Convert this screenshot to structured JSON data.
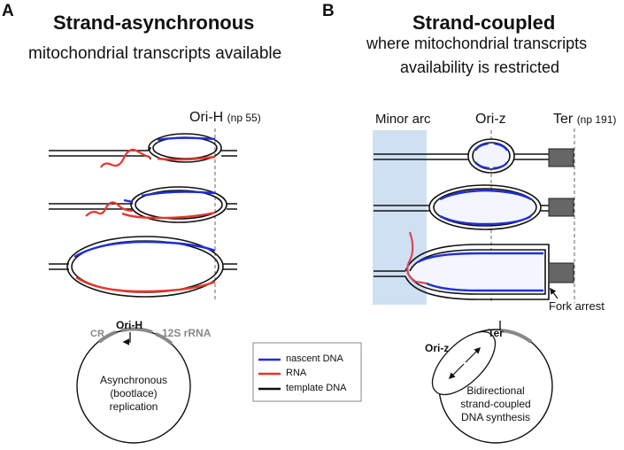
{
  "panel_a": {
    "letter": "A",
    "title": "Strand-asynchronous",
    "subtitle": "mitochondrial transcripts available",
    "ori_label": "Ori-H",
    "ori_np": "(np 55)",
    "circle": {
      "cr": "CR",
      "ori": "Ori-H",
      "rrna": "12S rRNA",
      "caption": [
        "Asynchronous",
        "(bootlace)",
        "replication"
      ]
    }
  },
  "panel_b": {
    "letter": "B",
    "title": "Strand-coupled",
    "subtitle_line1": "where mitochondrial transcripts",
    "subtitle_line2": "availability is restricted",
    "minor_arc": "Minor arc",
    "ori_label": "Ori-z",
    "ter_label": "Ter",
    "ter_np": "(np 191)",
    "fork_arrest": "Fork arrest",
    "circle": {
      "ori": "Ori-z",
      "ter": "Ter",
      "caption": [
        "Bidirectional",
        "strand-coupled",
        "DNA synthesis"
      ]
    }
  },
  "legend": {
    "items": [
      {
        "label": "nascent DNA",
        "color": "#1f2fd6"
      },
      {
        "label": "RNA",
        "color": "#e8352b"
      },
      {
        "label": "template DNA",
        "color": "#111111"
      }
    ]
  },
  "colors": {
    "nascent": "#1f2fd6",
    "rna": "#e8352b",
    "template": "#111111",
    "minor_arc": "#cfe0f3",
    "grey": "#888888"
  }
}
